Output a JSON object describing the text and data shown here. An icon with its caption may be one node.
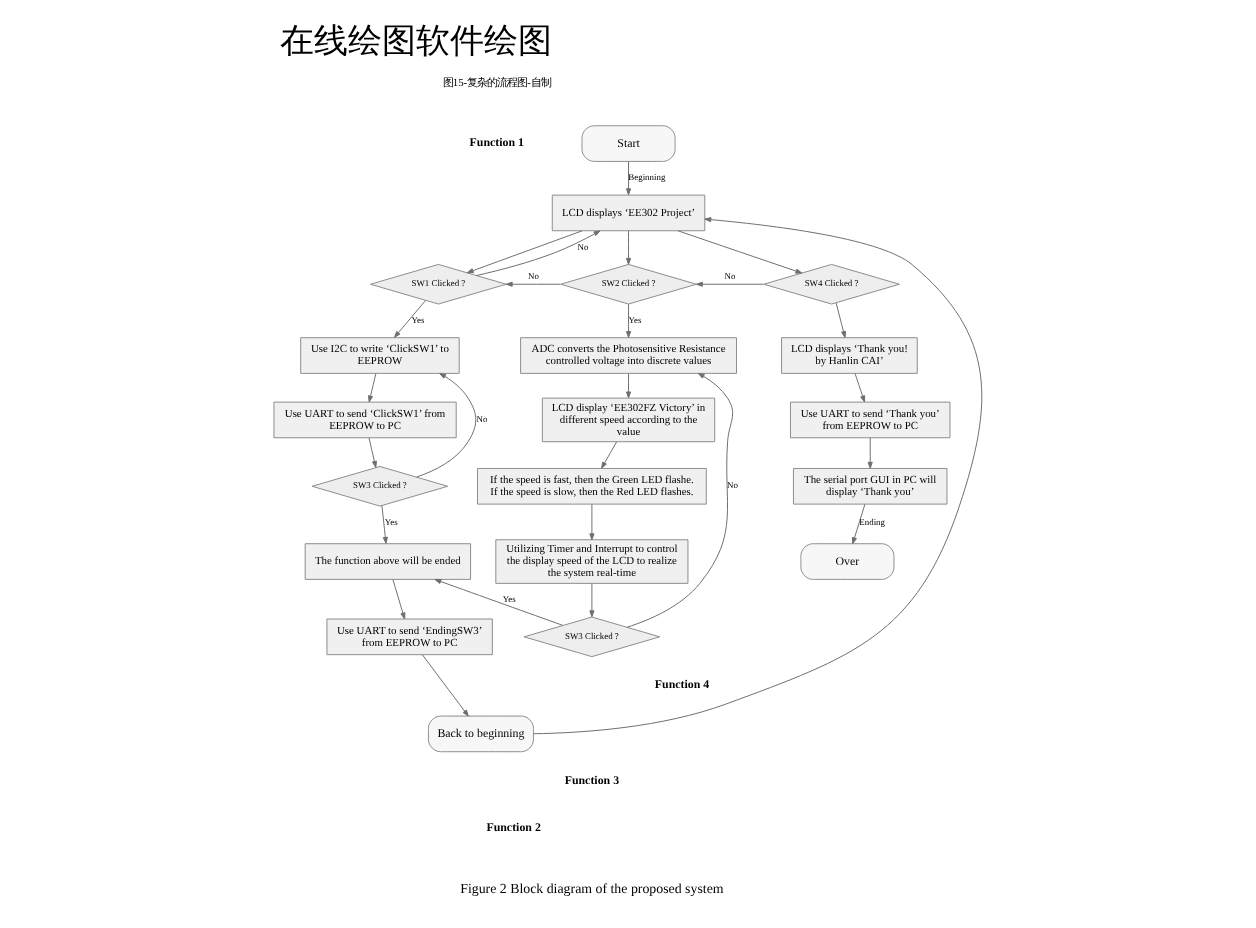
{
  "diagram": {
    "title": "在线绘图软件绘图",
    "caption": "Figure 2 Block diagram of the proposed system",
    "nodes": [
      {
        "text": [
          "Start"
        ]
      },
      {
        "text": [
          "LCD displays ‘EE302 Project’"
        ]
      },
      {
        "text": [
          "SW1 Clicked ?"
        ]
      },
      {
        "text": [
          "SW2 Clicked ?"
        ]
      },
      {
        "text": [
          "SW4 Clicked ?"
        ]
      },
      {
        "text": [
          "Use I2C to write ‘ClickSW1’ to EEPROW"
        ]
      },
      {
        "text": [
          "Use UART to send ‘ClickSW1’ from EEPROW to PC"
        ]
      },
      {
        "text": [
          "SW3 Clicked ?"
        ]
      },
      {
        "text": [
          "The function above will be ended"
        ]
      },
      {
        "text": [
          "Use UART to send ‘EndingSW3’ from EEPROW to PC"
        ]
      },
      {
        "text": [
          "Back to beginning"
        ]
      },
      {
        "text": [
          "ADC converts the Photosensitive Resistance controlled voltage into discrete values"
        ]
      },
      {
        "text": [
          "LCD display ‘EE302FZ Victory’ in different speed according to the value"
        ]
      },
      {
        "text": [
          "If the speed is fast, then the Green LED flashe. If the speed is slow, then the Red LED flashes."
        ]
      },
      {
        "text": [
          "Utilizing Timer and Interrupt to control the display speed of the LCD to realize the system real-time"
        ]
      },
      {
        "text": [
          "SW3 Clicked ?"
        ]
      },
      {
        "text": [
          "LCD displays ‘Thank you! by Hanlin CAI’"
        ]
      },
      {
        "text": [
          "Use UART to send ‘Thank you’ from EEPROW to PC"
        ]
      },
      {
        "text": [
          "The serial port GUI in PC will display ‘Thank you’"
        ]
      },
      {
        "text": [
          "Over"
        ]
      }
    ],
    "edges": [
      {
        "from": 0,
        "to": 1,
        "arrow": "to",
        "label": "Beginning"
      },
      {
        "from": 1,
        "to": 2,
        "arrow": "to"
      },
      {
        "from": 1,
        "to": 3,
        "arrow": "to"
      },
      {
        "from": 1,
        "to": 4,
        "arrow": "to"
      },
      {
        "from": 2,
        "to": 1,
        "arrow": "to",
        "label": "No"
      },
      {
        "from": 3,
        "to": 2,
        "arrow": "to",
        "label": "No"
      },
      {
        "from": 4,
        "to": 3,
        "arrow": "to",
        "label": "No"
      },
      {
        "from": 2,
        "to": 5,
        "arrow": "to",
        "label": "Yes"
      },
      {
        "from": 5,
        "to": 6,
        "arrow": "to"
      },
      {
        "from": 6,
        "to": 7,
        "arrow": "to"
      },
      {
        "from": 7,
        "to": 5,
        "arrow": "to",
        "label": "No"
      },
      {
        "from": 7,
        "to": 8,
        "arrow": "to",
        "label": "Yes"
      },
      {
        "from": 8,
        "to": 9,
        "arrow": "to"
      },
      {
        "from": 9,
        "to": 10,
        "arrow": "to"
      },
      {
        "from": 10,
        "to": 1,
        "arrow": "to"
      },
      {
        "from": 3,
        "to": 11,
        "arrow": "to",
        "label": "Yes"
      },
      {
        "from": 11,
        "to": 12,
        "arrow": "to"
      },
      {
        "from": 12,
        "to": 13,
        "arrow": "to"
      },
      {
        "from": 13,
        "to": 14,
        "arrow": "to"
      },
      {
        "from": 14,
        "to": 15,
        "arrow": "to"
      },
      {
        "from": 15,
        "to": 11,
        "arrow": "to",
        "label": "No"
      },
      {
        "from": 15,
        "to": 8,
        "arrow": "to",
        "label": "Yes"
      },
      {
        "from": 4,
        "to": 16,
        "arrow": "to"
      },
      {
        "from": 16,
        "to": 17,
        "arrow": "to"
      },
      {
        "from": 17,
        "to": 18,
        "arrow": "to"
      },
      {
        "from": 18,
        "to": 19,
        "arrow": "to",
        "label": "Ending"
      }
    ],
    "labels": [
      "图15-复杂的流程图-自制",
      "Function 1",
      "Function 4",
      "Function 2",
      "Function 3"
    ]
  }
}
